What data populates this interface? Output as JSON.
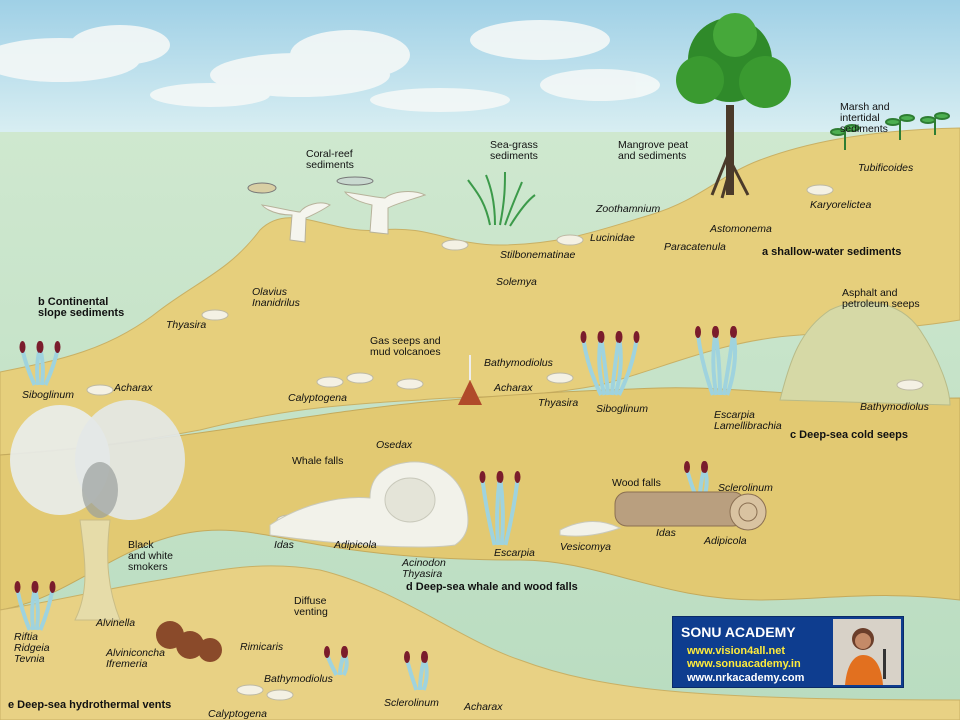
{
  "labels": {
    "coral_reef": "Coral-reef\nsediments",
    "sea_grass": "Sea-grass\nsediments",
    "mangrove": "Mangrove peat\nand sediments",
    "marsh": "Marsh and\nintertidal\nsediments",
    "tubificoides": "Tubificoides",
    "karyorelictea": "Karyorelictea",
    "zoothamnium": "Zoothamnium",
    "astomonema": "Astomonema",
    "lucinidae": "Lucinidae",
    "paracatenula": "Paracatenula",
    "stilbonematinae": "Stilbonematinae",
    "solemya": "Solemya",
    "olavius": "Olavius\nInanidrilus",
    "thyasira_slope": "Thyasira",
    "acharax_slope": "Acharax",
    "siboglinum_slope": "Siboglinum",
    "asphalt": "Asphalt and\npetroleum seeps",
    "gas_seeps": "Gas seeps and\nmud volcanoes",
    "bathymodiolus_seep": "Bathymodiolus",
    "calyptogena_seep": "Calyptogena",
    "acharax_seep": "Acharax",
    "thyasira_seep": "Thyasira",
    "siboglinum_seep": "Siboglinum",
    "escarpia_seep": "Escarpia\nLamellibrachia",
    "bathymodiolus_asphalt": "Bathymodiolus",
    "osedax": "Osedax",
    "whale_falls": "Whale falls",
    "wood_falls": "Wood falls",
    "sclerolinum_wood": "Sclerolinum",
    "idas_whale": "Idas",
    "adipicola_whale": "Adipicola",
    "acinodon": "Acinodon\nThyasira",
    "escarpia_whale": "Escarpia",
    "vesicomya": "Vesicomya",
    "idas_wood": "Idas",
    "adipicola_wood": "Adipicola",
    "smokers": "Black\nand white\nsmokers",
    "riftia": "Riftia\nRidgeia\nTevnia",
    "alvinella": "Alvinella",
    "alviniconcha": "Alviniconcha\nIfremeria",
    "rimicaris": "Rimicaris",
    "diffuse": "Diffuse\nventing",
    "bathymodiolus_vent": "Bathymodiolus",
    "calyptogena_vent": "Calyptogena",
    "sclerolinum_vent": "Sclerolinum",
    "acharax_vent": "Acharax"
  },
  "sections": {
    "a": "a shallow-water sediments",
    "b": "b Continental\nslope sediments",
    "c": "c Deep-sea cold seeps",
    "d": "d Deep-sea whale and wood falls",
    "e": "e Deep-sea hydrothermal vents"
  },
  "badge": {
    "title": "SONU ACADEMY",
    "url1": "www.vision4all.net",
    "url2": "www.sonuacademy.in",
    "url3": "www.nrkacademy.com"
  },
  "colors": {
    "sky": "#bfe3ee",
    "water": "#c4e2c6",
    "sediment": "#e6cf7c",
    "tube": "#9fd3de",
    "plume": "#7a1c2c",
    "badge": "#0e3d8f"
  }
}
